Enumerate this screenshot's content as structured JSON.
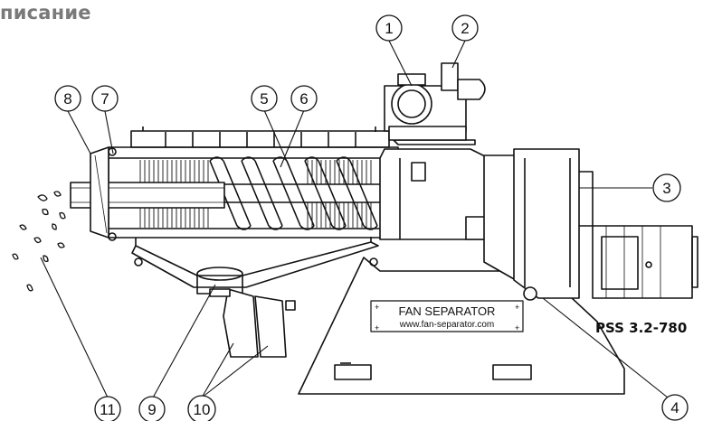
{
  "heading": "писание",
  "model_label": "PSS 3.2-780",
  "nameplate": {
    "brand": "FAN SEPARATOR",
    "url": "www.fan-separator.com"
  },
  "callouts": [
    "1",
    "2",
    "3",
    "4",
    "5",
    "6",
    "7",
    "8",
    "9",
    "10",
    "11"
  ]
}
